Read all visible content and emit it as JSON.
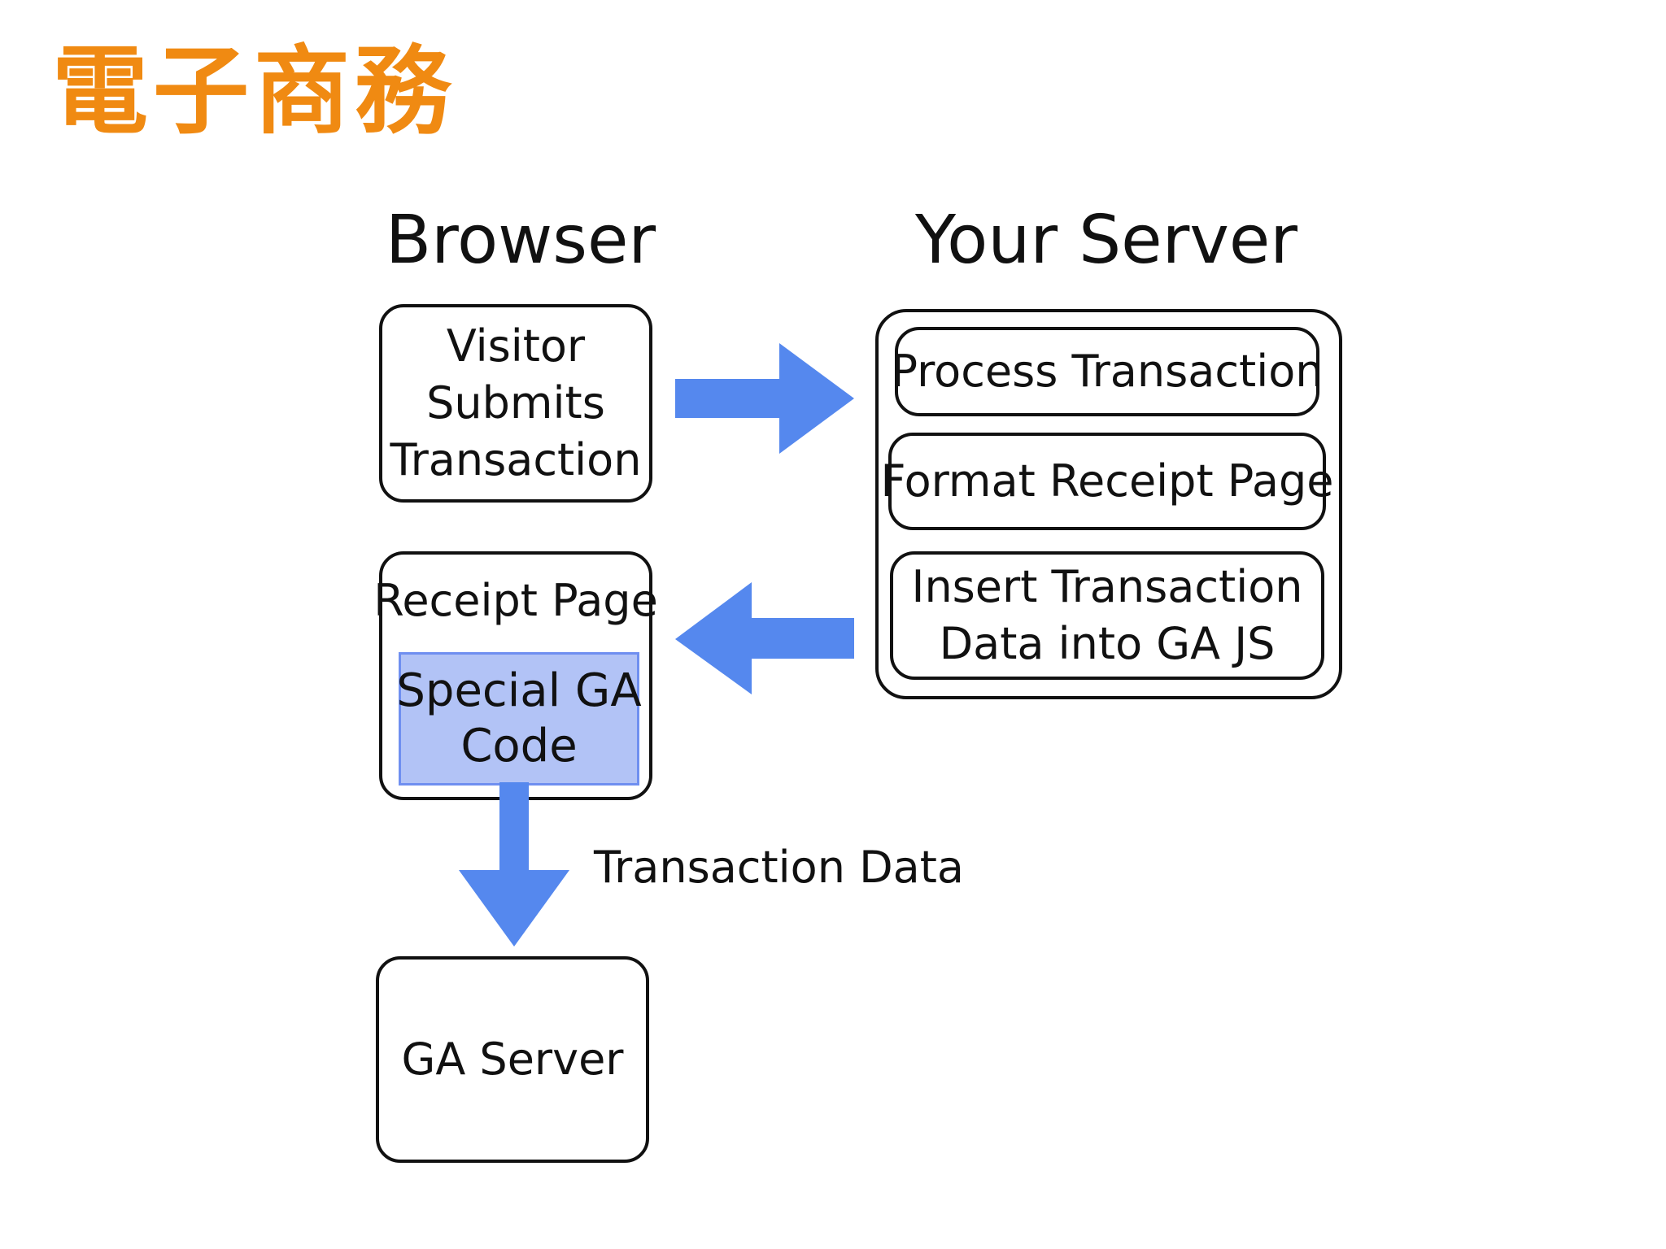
{
  "title": "電子商務",
  "colors": {
    "title": "#f08a12",
    "arrow": "#5588ee",
    "highlight_fill": "#b2c3f6",
    "highlight_border": "#6f8ff0",
    "box_border": "#111111"
  },
  "columns": {
    "browser": "Browser",
    "server": "Your Server"
  },
  "nodes": {
    "visitor": [
      "Visitor",
      "Submits",
      "Transaction"
    ],
    "receipt_page": "Receipt Page",
    "special_code": [
      "Special GA",
      "Code"
    ],
    "ga_server": "GA Server",
    "process_transaction": "Process Transaction",
    "format_receipt": "Format Receipt Page",
    "insert_transaction": [
      "Insert Transaction",
      "Data into GA JS"
    ]
  },
  "edges": {
    "transaction_data": "Transaction Data"
  }
}
